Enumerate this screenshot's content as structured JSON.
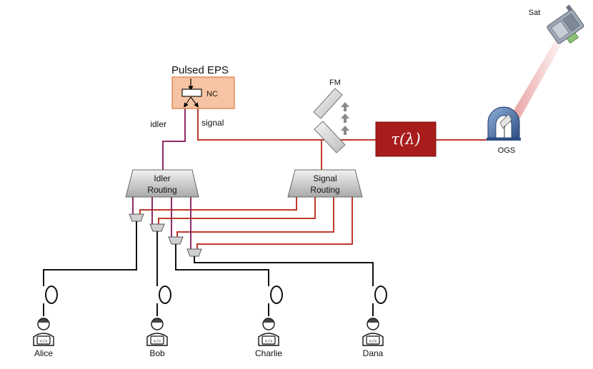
{
  "source": {
    "title": "Pulsed EPS",
    "crystal": "NC"
  },
  "beams": {
    "idler": "idler",
    "signal": "signal"
  },
  "flip_mirror": {
    "label": "FM"
  },
  "delay": {
    "label": "τ(λ)"
  },
  "ground_station": {
    "label": "OGS"
  },
  "satellite": {
    "label": "Sat"
  },
  "idler_routing": {
    "line1": "Idler",
    "line2": "Routing"
  },
  "signal_routing": {
    "line1": "Signal",
    "line2": "Routing"
  },
  "users": [
    "Alice",
    "Bob",
    "Charlie",
    "Dana"
  ],
  "colors": {
    "signal": "#c0392b",
    "idler": "#8e2b66",
    "fiber": "#111111",
    "source_fill": "#f6c4a3",
    "delay_fill": "#a81c1c",
    "box_fill": "#d8d8d8"
  }
}
